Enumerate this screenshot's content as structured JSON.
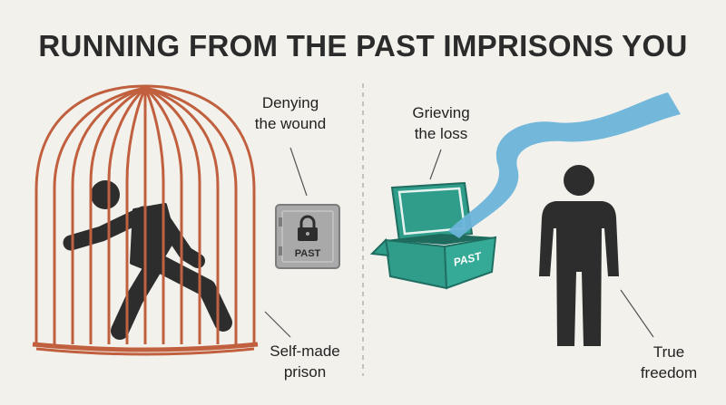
{
  "title": "RUNNING FROM THE PAST IMPRISONS YOU",
  "labels": {
    "denying_line1": "Denying",
    "denying_line2": "the wound",
    "self_made_line1": "Self-made",
    "self_made_line2": "prison",
    "grieving_line1": "Grieving",
    "grieving_line2": "the loss",
    "freedom_line1": "True",
    "freedom_line2": "freedom"
  },
  "safe_text": "PAST",
  "box_text": "PAST",
  "icons": [
    "birdcage-icon",
    "running-person-icon",
    "padlock-icon",
    "open-box-icon",
    "standing-person-icon",
    "ribbon-icon"
  ],
  "colors": {
    "background": "#f3f1ec",
    "text": "#2b2b2b",
    "cage": "#c0603e",
    "figure": "#2d2d2d",
    "safe": "#a9a9a9",
    "box": "#2f9d8a",
    "ribbon": "#6bb3d9"
  }
}
